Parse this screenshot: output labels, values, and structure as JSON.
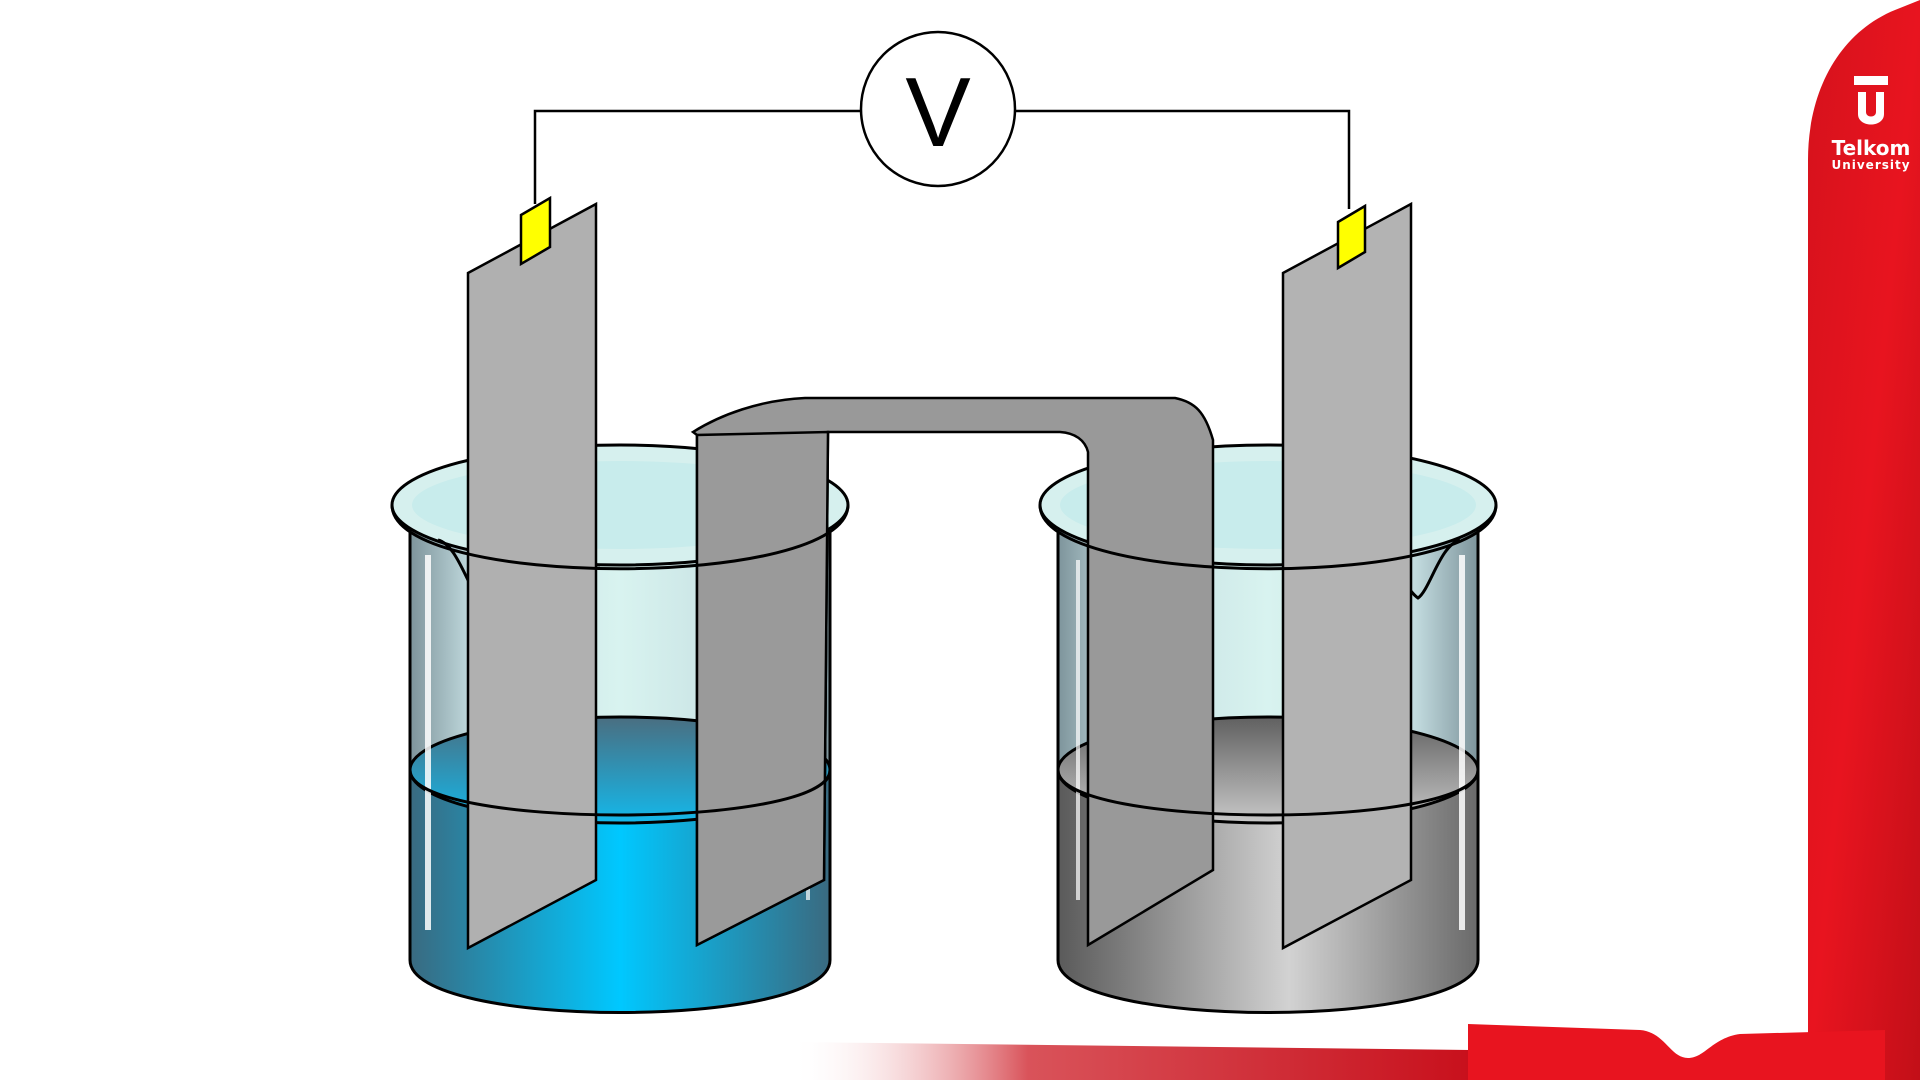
{
  "diagram": {
    "voltmeter_symbol": "V",
    "left_solution_color": "#00c8ff",
    "right_solution_color": "#c8c8c8",
    "electrode_color": "#b0b0b0",
    "salt_bridge_color": "#999999",
    "clip_color": "#ffff00",
    "wire_color": "#000000"
  },
  "branding": {
    "logo_text": "Telkom",
    "logo_subtext": "University",
    "accent_color": "#e30613"
  }
}
